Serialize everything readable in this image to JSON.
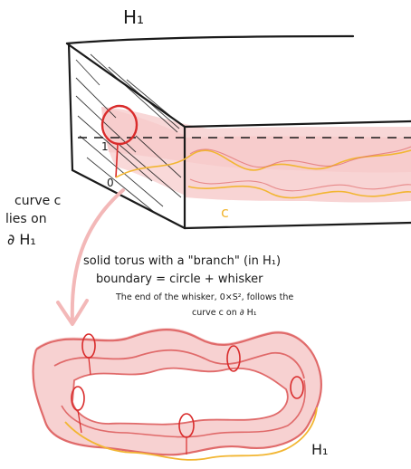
{
  "labels": {
    "h1_top": "H₁",
    "h1_bottom": "H₁",
    "point_one": "1",
    "point_zero": "0",
    "curve_c_small": "c"
  },
  "annotations": {
    "curve_note_line1": "curve c",
    "curve_note_line2": "lies on",
    "curve_note_line3": "∂ H₁",
    "torus_line1": "solid torus with a \"branch\" (in H₁)",
    "torus_line2": "boundary = circle + whisker",
    "torus_line3": "The end of the whisker, 0×S², follows the",
    "torus_line4": "curve c on ∂ H₁"
  },
  "colors": {
    "ink": "#1a1a1a",
    "pink_fill": "#f6c9c9",
    "pink_stroke": "#e06a6a",
    "red_circle": "#d92b2b",
    "yellow_curve": "#f2b632",
    "arrow_pink": "#f3b8b8"
  }
}
